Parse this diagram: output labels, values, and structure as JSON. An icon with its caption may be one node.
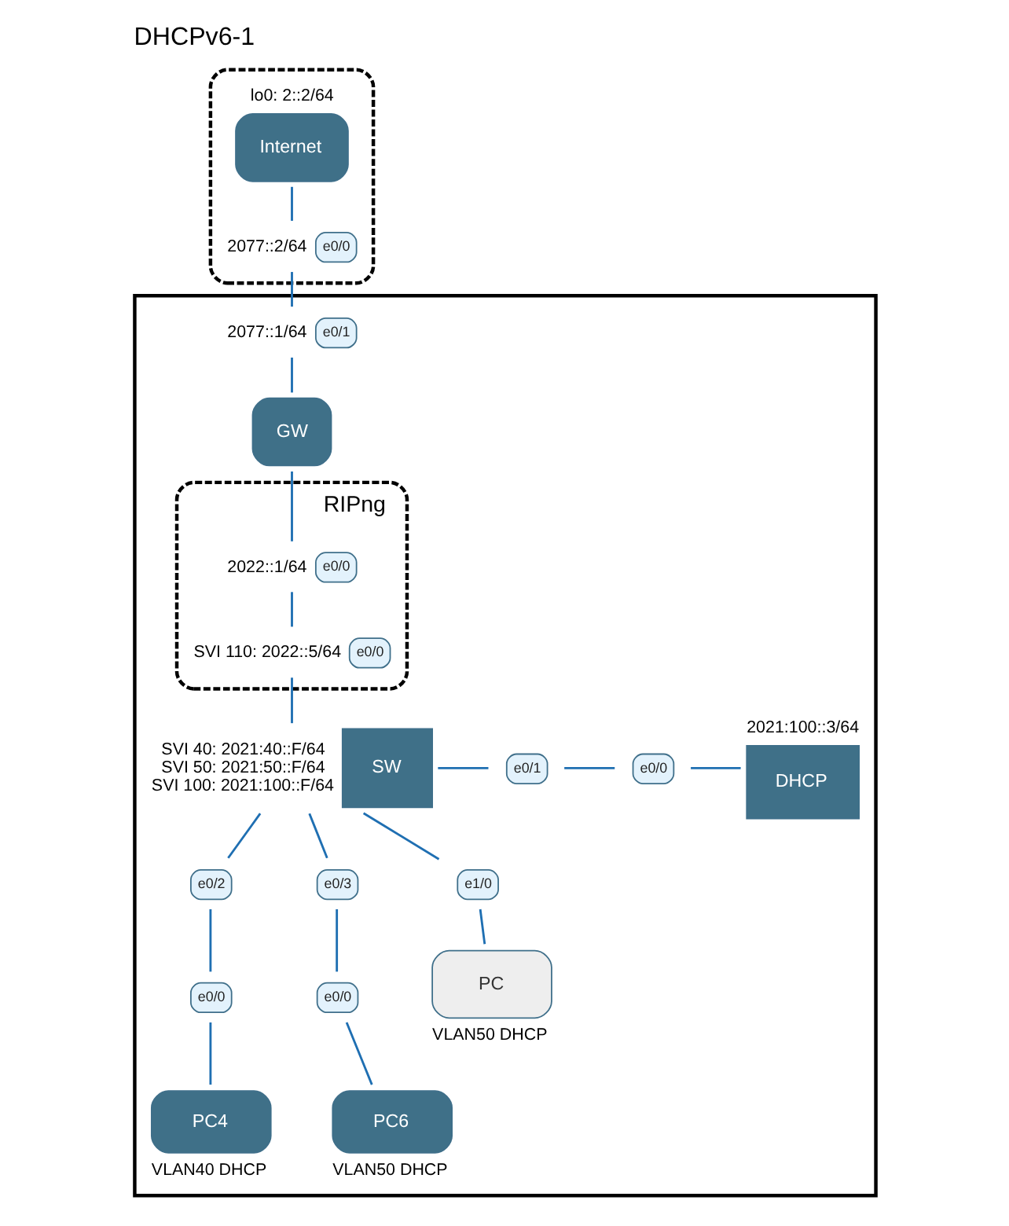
{
  "diagram": {
    "title": "DHCPv6-1",
    "nodes": [
      {
        "text": [],
        "shape": "ellipse"
      },
      {
        "text": [
          "Internet"
        ],
        "in": 0,
        "beside": [
          "lo0: 2::2/64"
        ]
      },
      {
        "text": [
          "e0/0"
        ],
        "in": 0,
        "beside": [
          "2077::2/64"
        ]
      },
      {
        "text": [],
        "shape": "box"
      },
      {
        "text": [
          "e0/1"
        ],
        "in": 3,
        "beside": [
          "2077::1/64"
        ]
      },
      {
        "text": [
          "GW"
        ],
        "in": 3
      },
      {
        "text": [
          "RIPng"
        ],
        "in": 3
      },
      {
        "text": [
          "e0/0"
        ],
        "in": 6,
        "beside": [
          "2022::1/64"
        ]
      },
      {
        "text": [
          "e0/0"
        ],
        "in": 6,
        "beside": [
          "SVI 110: 2022::5/64"
        ]
      },
      {
        "text": [
          "SW"
        ],
        "in": 3,
        "beside": [
          "SVI 40: 2021:40::F/64",
          "SVI 50: 2021:50::F/64",
          "SVI 100: 2021:100::F/64"
        ]
      },
      {
        "text": [
          "e0/1"
        ],
        "in": 3
      },
      {
        "text": [
          "e0/0"
        ],
        "in": 3
      },
      {
        "text": [
          "DHCP"
        ],
        "in": 3,
        "beside": [
          "2021:100::3/64"
        ]
      },
      {
        "text": [
          "e0/2"
        ],
        "in": 3
      },
      {
        "text": [
          "e0/3"
        ],
        "in": 3
      },
      {
        "text": [
          "e1/0"
        ],
        "in": 3
      },
      {
        "text": [
          "e0/0"
        ],
        "in": 3
      },
      {
        "text": [
          "e0/0"
        ],
        "in": 3
      },
      {
        "text": [
          "PC4"
        ],
        "in": 3,
        "beside": [
          "VLAN40 DHCP"
        ]
      },
      {
        "text": [
          "PC6"
        ],
        "in": 3,
        "beside": [
          "VLAN50 DHCP"
        ]
      },
      {
        "text": [
          "PC"
        ],
        "in": 3,
        "beside": [
          "VLAN50 DHCP"
        ]
      }
    ],
    "edges": [
      {
        "from": 1,
        "to": 2,
        "arrow": "none"
      },
      {
        "from": 2,
        "to": 4,
        "arrow": "none"
      },
      {
        "from": 4,
        "to": 5,
        "arrow": "none"
      },
      {
        "from": 5,
        "to": 7,
        "arrow": "none"
      },
      {
        "from": 7,
        "to": 8,
        "arrow": "none"
      },
      {
        "from": 8,
        "to": 9,
        "arrow": "none"
      },
      {
        "from": 9,
        "to": 10,
        "arrow": "none"
      },
      {
        "from": 10,
        "to": 11,
        "arrow": "none"
      },
      {
        "from": 11,
        "to": 12,
        "arrow": "none"
      },
      {
        "from": 9,
        "to": 13,
        "arrow": "none"
      },
      {
        "from": 13,
        "to": 16,
        "arrow": "none"
      },
      {
        "from": 16,
        "to": 18,
        "arrow": "none"
      },
      {
        "from": 9,
        "to": 14,
        "arrow": "none"
      },
      {
        "from": 14,
        "to": 17,
        "arrow": "none"
      },
      {
        "from": 17,
        "to": 19,
        "arrow": "none"
      },
      {
        "from": 9,
        "to": 15,
        "arrow": "none"
      },
      {
        "from": 15,
        "to": 20,
        "arrow": "none"
      }
    ]
  }
}
